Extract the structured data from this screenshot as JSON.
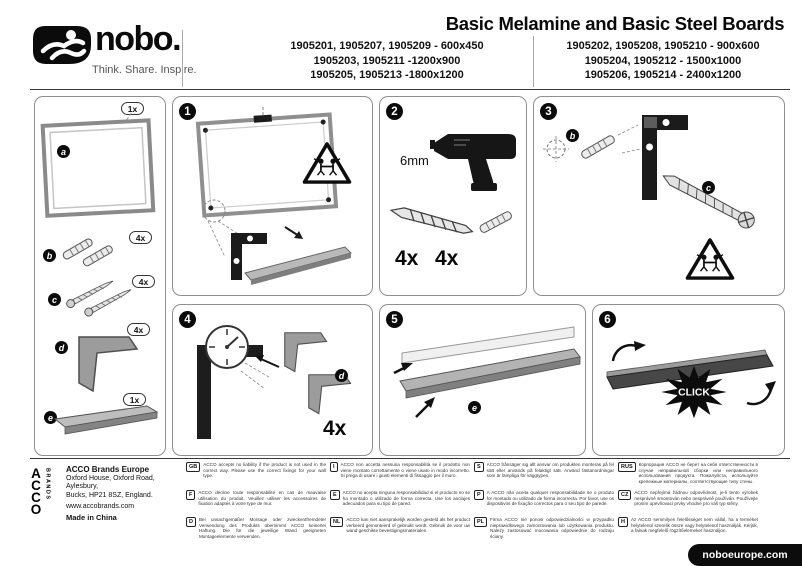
{
  "colors": {
    "brand_black": "#0a0a0a",
    "panel_border": "#8f8f8f"
  },
  "header": {
    "brand": "nobo.",
    "tagline": "Think. Share. Inspire.",
    "title": "Basic Melamine and Basic Steel Boards",
    "codes_left": [
      "1905201, 1905207, 1905209 - 600x450",
      "1905203, 1905211 -1200x900",
      "1905205, 1905213 -1800x1200"
    ],
    "codes_right": [
      "1905202, 1905208, 1905210 - 900x600",
      "1905204, 1905212 - 1500x1000",
      "1905206, 1905214 - 2400x1200"
    ]
  },
  "parts": {
    "board_qty": "1x",
    "a": "a",
    "b": "b",
    "b_qty": "4x",
    "c": "c",
    "c_qty": "4x",
    "d": "d",
    "d_qty": "4x",
    "e": "e",
    "e_qty": "1x"
  },
  "steps": {
    "s1": {
      "num": "1"
    },
    "s2": {
      "num": "2",
      "drill_size": "6mm",
      "qty_left": "4x",
      "qty_right": "4x"
    },
    "s3": {
      "num": "3",
      "b": "b",
      "c": "c"
    },
    "s4": {
      "num": "4",
      "d": "d",
      "qty": "4x"
    },
    "s5": {
      "num": "5",
      "e": "e"
    },
    "s6": {
      "num": "6",
      "click": "CLICK"
    }
  },
  "footer": {
    "acco_word": "ACCO",
    "acco_sub": "BRANDS",
    "company": "ACCO Brands Europe",
    "address1": "Oxford House, Oxford Road, Aylesbury,",
    "address2": "Bucks, HP21 8SZ, England.",
    "website": "www.accobrands.com",
    "made_in": "Made in  China",
    "site_tab": "noboeurope.com",
    "languages": [
      {
        "code": "GB",
        "text": "ACCO accepts no liability if the product is not used in the correct way.  Please use the correct fixings for your wall type."
      },
      {
        "code": "F",
        "text": "ACCO décline toute responsabilité en cas de mauvaise utilisation du produit. Veuillez utiliser les accessoires de fixation adaptés à votre type de mur."
      },
      {
        "code": "D",
        "text": "Bei unsachgemäßer Montage oder zweckentfremdeter Verwendung des Produkts übernimmt ACCO keinerlei Haftung. Die für die jeweilige Wand geeigneten Montageelemente verwenden."
      },
      {
        "code": "I",
        "text": "ACCO non accetta nessuna responsabilità se il prodotto non viene montato correttamente o viene usato in modo incorretto. Si prega di usare i giusti elementi di fissaggio per il muro."
      },
      {
        "code": "E",
        "text": "ACCO no acepta ninguna responsabilidad si el producto no se ha montado o utilizado de forma correcta. Use los anclajes adecuados para su tipo de pared."
      },
      {
        "code": "NL",
        "text": "ACCO kan niet aansprakelijk worden gesteld als het product verkeerd gemonteerd of gebruikt wordt. Gebruik de voor uw wand geschikte bevestigingsmaterialen."
      },
      {
        "code": "S",
        "text": "ACCO frånsäger sig allt ansvar om produkten monteras på fel sätt eller används på felaktigt sätt. Använd fästanordningar som är lämpliga för väggtypen."
      },
      {
        "code": "P",
        "text": "A ACCO não aceita qualquer responsabilidade se o produto for montado ou utilizado de forma incorrecta. Por favor, use os dispositivos de fixação correctos para o seu tipo de parede."
      },
      {
        "code": "PL",
        "text": "Firma ACCO nie ponosi odpowiedzialności w przypadku nieprawidłowego zamontowania lub użytkowania produktu. Należy zastosować mocowania odpowiednie do rodzaju ściany."
      },
      {
        "code": "RUS",
        "text": "Корпорация ACCO не берет на себя ответственности в случае неправильной сборки или неправильного использования продукта. Пожалуйста, используйте крепежные материалы, соответствующие типу стены."
      },
      {
        "code": "CZ",
        "text": "ACCO nepřejímá žádnou odpovědnost, je-li tento výrobek nesprávně smontován nebo nesprávně používán. Používejte prosím upevňovací prvky vhodné pro váš typ stěny."
      },
      {
        "code": "H",
        "text": "Az ACCO semmilyen felelősséget nem vállal, ha a terméket helytelenül szerelik össze vagy helytelenül használják. Kérjük, a falnak megfelelő rögzítőelemeket használjon."
      }
    ]
  }
}
